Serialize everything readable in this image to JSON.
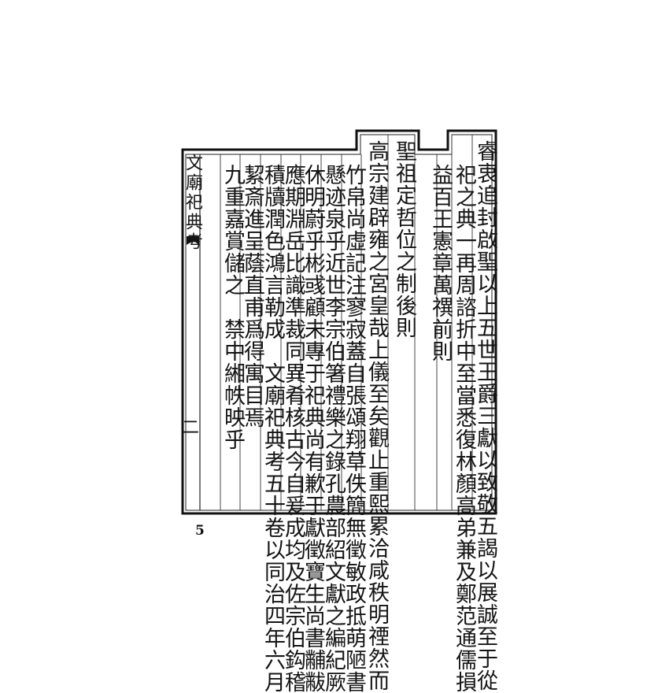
{
  "margin": {
    "title": "文廟祀典考",
    "leaf": "二"
  },
  "columns": [
    "睿衷追封啟聖以上五世王爵三獻以致敬五謁以展誠至于從",
    "祀之典一再周諮折中至當悉復林顏高弟兼及鄭范通儒損",
    "益百王憲章萬禩前則",
    "聖祖定哲位之制後則",
    "高宗建辟雍之宮皇哉上儀至矣觀止重熙累洽咸秩明禋然而",
    "竹帛尚虛記注寥寂蓋自張頌翔草佚簡無徵敏政抵萌陋書",
    "懸迹泉乎近世李宗伯箸禮樂之錄孔農部紹文獻之編紀厥",
    "休明蔚乎彬彧顧未專于祀典尚有歉于獻徵寶生尚書黼黻",
    "應期淵岳比識準裁同異肴核古今自爰成均及佐宗伯鈎稽",
    "積牘潤色鴻言勒成　文廟祀典考五十卷以同治四年六月",
    "絜斎進呈蔭直甫爲得寓目焉",
    "九重嘉賞儲之　禁中緗帙映乎"
  ],
  "page_number": "5"
}
